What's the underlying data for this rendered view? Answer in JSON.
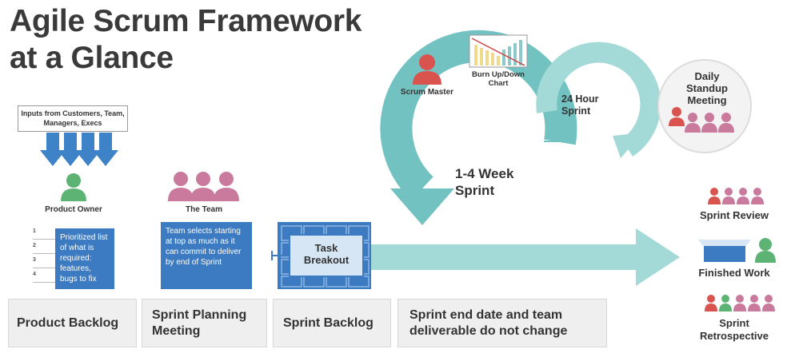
{
  "title": {
    "line1": "Agile Scrum Framework",
    "line2": "at a Glance"
  },
  "inputs": {
    "text": "Inputs from Customers, Team, Managers, Execs"
  },
  "roles": {
    "product_owner": "Product Owner",
    "the_team": "The Team",
    "scrum_master": "Scrum Master"
  },
  "chart_label": "Burn Up/Down Chart",
  "product_backlog_list": {
    "numbers": [
      "1",
      "2",
      "3",
      "4"
    ],
    "description": "Prioritized list of what is required: features, bugs to fix"
  },
  "team_selects": "Team selects starting at top as much as it can commit to deliver by end of Sprint",
  "task_breakout": "Task Breakout",
  "sprint_cycle": "1-4 Week Sprint",
  "daily_cycle": "24 Hour Sprint",
  "daily_standup": "Daily Standup Meeting",
  "outcomes": {
    "sprint_review": "Sprint Review",
    "finished_work": "Finished Work",
    "sprint_retrospective": "Sprint Retrospective"
  },
  "bottom_boxes": {
    "product_backlog": "Product Backlog",
    "sprint_planning": "Sprint Planning Meeting",
    "sprint_backlog": "Sprint Backlog",
    "sprint_end": "Sprint end date and team deliverable do not change"
  },
  "colors": {
    "teal": "#72c2c2",
    "teal_light": "#a3dad8",
    "blue_box": "#3c7ac2",
    "input_arrows": "#3e82c8",
    "product_owner_green": "#5db374",
    "team_pink": "#c97a9d",
    "scrum_master_red": "#d9534f",
    "bottom_box_bg": "#efefef"
  },
  "icons": [
    "input-arrows-icon",
    "product-owner-icon",
    "team-icon",
    "scrum-master-icon",
    "burndown-chart-icon",
    "standup-people-icon",
    "review-people-icon",
    "finished-work-icon",
    "retrospective-people-icon"
  ]
}
